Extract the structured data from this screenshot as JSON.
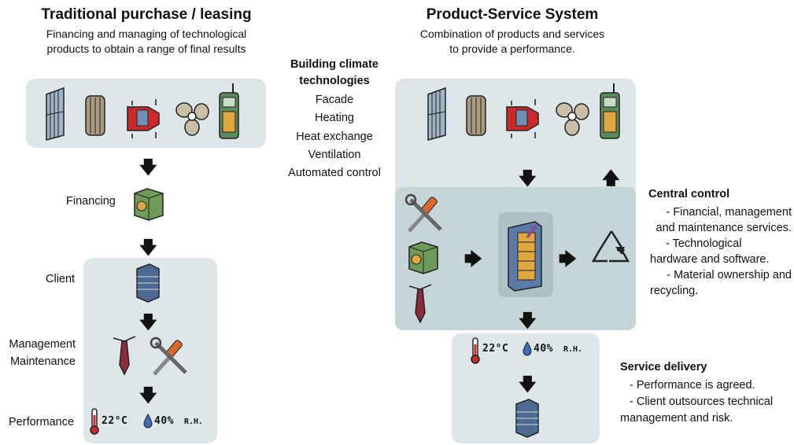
{
  "left": {
    "title": "Traditional purchase / leasing",
    "subtitle_line1": "Financing and managing of technological",
    "subtitle_line2": "products to obtain a range of final results",
    "financing": "Financing",
    "client": "Client",
    "management": "Management",
    "maintenance": "Maintenance",
    "performance": "Performance"
  },
  "middle": {
    "heading_line1": "Building climate",
    "heading_line2": "technologies",
    "items": [
      "Facade",
      "Heating",
      "Heat exchange",
      "Ventilation",
      "Automated control"
    ]
  },
  "right": {
    "title": "Product-Service System",
    "subtitle_line1": "Combination of products and services",
    "subtitle_line2": "to provide a performance.",
    "central_control": {
      "heading": "Central control",
      "lines": [
        "- Financial, management",
        "and maintenance services.",
        "- Technological",
        "hardware and software.",
        "- Material ownership and",
        "recycling."
      ]
    },
    "service_delivery": {
      "heading": "Service delivery",
      "lines": [
        "- Performance is agreed.",
        "- Client outsources technical",
        "management and risk."
      ]
    }
  },
  "readings": {
    "temperature": "22°C",
    "humidity_value": "40%",
    "humidity_unit": "R.H."
  },
  "colors": {
    "panel": "#dde7ea",
    "panel_dark": "#c6d5d8",
    "thermo_red": "#cc2a2a",
    "drop_blue": "#3e6db5",
    "box_green": "#6e9a5a",
    "radiator_tan": "#a89a80",
    "tie_red": "#8e2b3a"
  },
  "icons": [
    "facade-icon",
    "radiator-icon",
    "heat-exchanger-icon",
    "fan-icon",
    "controller-icon",
    "money-box-icon",
    "building-icon",
    "tie-icon",
    "tools-icon",
    "thermometer-icon",
    "drop-icon",
    "central-unit-icon",
    "recycle-icon",
    "arrow-icon"
  ]
}
